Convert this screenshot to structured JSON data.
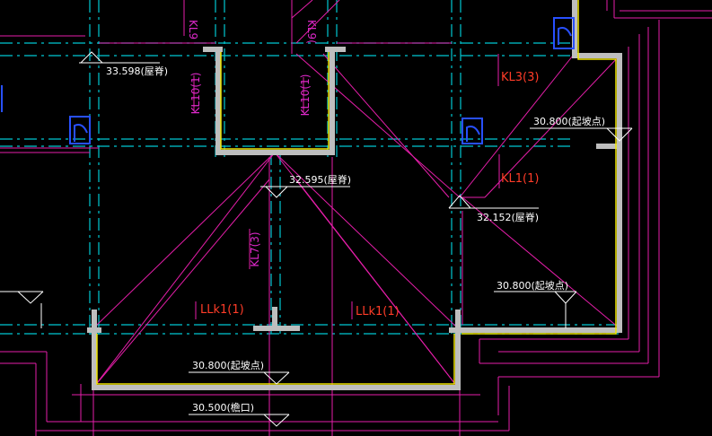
{
  "colors": {
    "background": "#000000",
    "axis_cyan": "#00c8d2",
    "beam_magenta": "#e61eaa",
    "wall_gray": "#bebebe",
    "wall_yellow": "#f0e600",
    "text_white": "#ffffff",
    "text_red": "#ff3c28",
    "text_magenta": "#dc28c8",
    "symbol_blue": "#2850ff"
  },
  "labels": {
    "kl9_a": "KL9",
    "kl9_b": "KL9(",
    "kl10_left": "KL10(1)",
    "kl10_right": "KL10(1)",
    "kl3": "KL3(3)",
    "kl1": "KL1(1)",
    "kl7": "KL7(3)",
    "llk1_left": "LLk1(1)",
    "llk1_right": "LLk1(1)"
  },
  "elevations": {
    "ridge_top_left": "33.598(屋脊)",
    "ridge_center": "32.595(屋脊)",
    "ridge_right": "32.152(屋脊)",
    "eave_right_upper": "30.800(起坡点)",
    "eave_right_lower": "30.800(起坡点)",
    "eave_bottom": "30.800(起坡点)",
    "eave_edge": "30.500(檐口)"
  }
}
